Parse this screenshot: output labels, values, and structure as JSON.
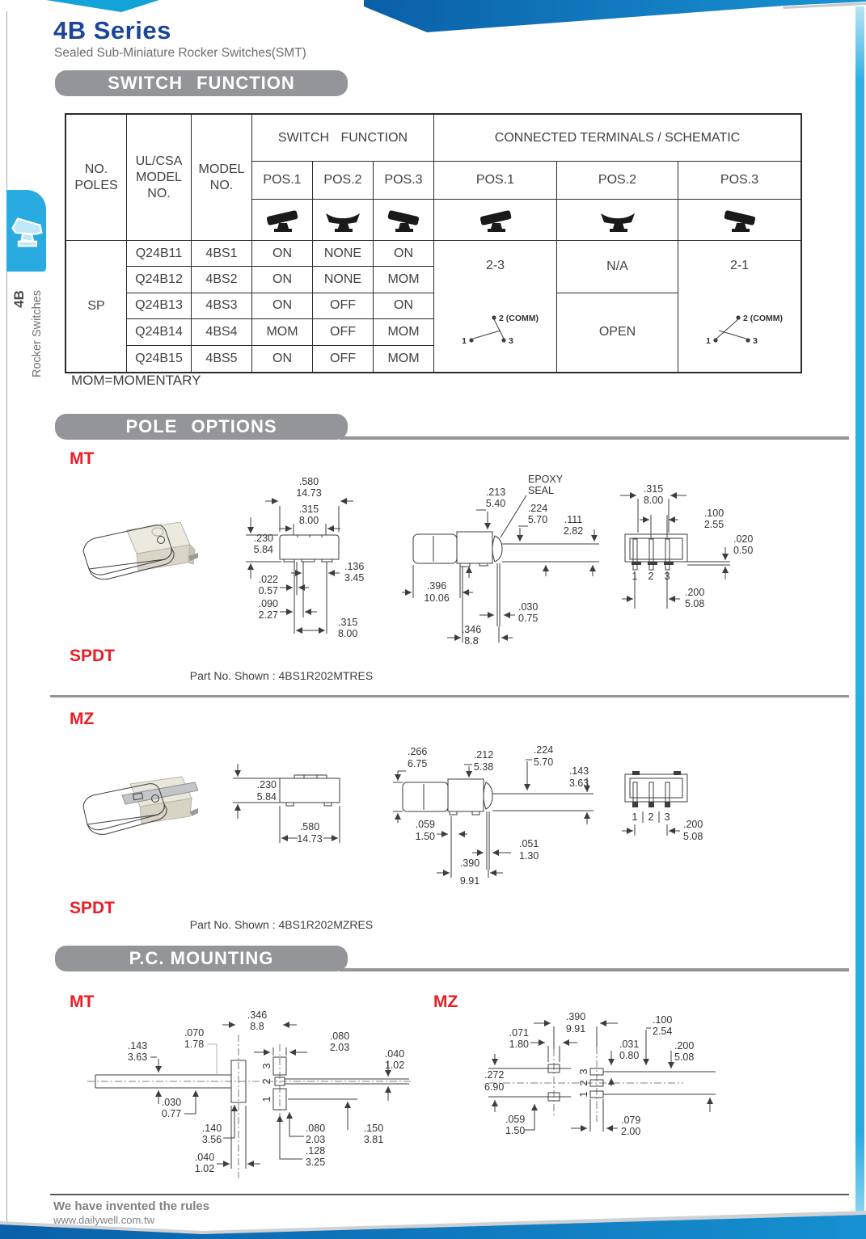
{
  "header": {
    "title": "4B Series",
    "subtitle": "Sealed Sub-Miniature Rocker Switches(SMT)"
  },
  "sidebar": {
    "series": "4B",
    "category": "Rocker Switches"
  },
  "banners": {
    "switch_function": "SWITCH FUNCTION",
    "pole_options": "POLE OPTIONS",
    "pc_mounting": "P.C. MOUNTING"
  },
  "switch_function": {
    "note": "MOM=MOMENTARY",
    "headers": {
      "no_poles": "NO.\nPOLES",
      "ul_csa": "UL/CSA\nMODEL\nNO.",
      "model": "MODEL\nNO.",
      "switch_function": "SWITCH FUNCTION",
      "connected": "CONNECTED TERMINALS / SCHEMATIC",
      "pos1": "POS.1",
      "pos2": "POS.2",
      "pos3": "POS.3"
    },
    "poles": "SP",
    "rows": [
      {
        "ul": "Q24B11",
        "model": "4BS1",
        "p1": "ON",
        "p2": "NONE",
        "p3": "ON"
      },
      {
        "ul": "Q24B12",
        "model": "4BS2",
        "p1": "ON",
        "p2": "NONE",
        "p3": "MOM"
      },
      {
        "ul": "Q24B13",
        "model": "4BS3",
        "p1": "ON",
        "p2": "OFF",
        "p3": "ON"
      },
      {
        "ul": "Q24B14",
        "model": "4BS4",
        "p1": "MOM",
        "p2": "OFF",
        "p3": "MOM"
      },
      {
        "ul": "Q24B15",
        "model": "4BS5",
        "p1": "ON",
        "p2": "OFF",
        "p3": "MOM"
      }
    ],
    "connected": {
      "pos1": "2-3",
      "pos2_top": "N/A",
      "pos2_bottom": "OPEN",
      "pos3": "2-1",
      "comm": "2 (COMM)",
      "t1": "1",
      "t3": "3"
    }
  },
  "pole_options": {
    "mt": {
      "label": "MT",
      "type": "SPDT",
      "part_no": "Part No. Shown : 4BS1R202MTRES"
    },
    "mz": {
      "label": "MZ",
      "type": "SPDT",
      "part_no": "Part No. Shown : 4BS1R202MZRES"
    },
    "epoxy": [
      "EPOXY",
      "SEAL"
    ]
  },
  "pc_mounting": {
    "mt_label": "MT",
    "mz_label": "MZ"
  },
  "pins": [
    "1",
    "2",
    "3"
  ],
  "dims": {
    "mt_front": [
      [
        ".580",
        "14.73"
      ],
      [
        ".315",
        "8.00"
      ],
      [
        ".230",
        "5.84"
      ],
      [
        ".136",
        "3.45"
      ],
      [
        ".022",
        "0.57"
      ],
      [
        ".090",
        "2.27"
      ],
      [
        ".315",
        "8.00"
      ]
    ],
    "mt_side": [
      [
        ".213",
        "5.40"
      ],
      [
        ".224",
        "5.70"
      ],
      [
        ".111",
        "2.82"
      ],
      [
        ".396",
        "10.06"
      ],
      [
        ".030",
        "0.75"
      ],
      [
        ".346",
        "8.8"
      ]
    ],
    "mt_end": [
      [
        ".315",
        "8.00"
      ],
      [
        ".100",
        "2.55"
      ],
      [
        ".020",
        "0.50"
      ],
      [
        ".200",
        "5.08"
      ]
    ],
    "mz_top": [
      [
        ".230",
        "5.84"
      ],
      [
        ".580",
        "14.73"
      ]
    ],
    "mz_side": [
      [
        ".266",
        "6.75"
      ],
      [
        ".212",
        "5.38"
      ],
      [
        ".224",
        "5.70"
      ],
      [
        ".143",
        "3.63"
      ],
      [
        ".059",
        "1.50"
      ],
      [
        ".051",
        "1.30"
      ],
      [
        ".390",
        "9.91"
      ]
    ],
    "mz_end": [
      [
        ".200",
        "5.08"
      ]
    ],
    "pc_mt": [
      [
        ".346",
        "8.8"
      ],
      [
        ".070",
        "1.78"
      ],
      [
        ".143",
        "3.63"
      ],
      [
        ".080",
        "2.03"
      ],
      [
        ".040",
        "1.02"
      ],
      [
        ".030",
        "0.77"
      ],
      [
        ".140",
        "3.56"
      ],
      [
        ".080",
        "2.03"
      ],
      [
        ".128",
        "3.25"
      ],
      [
        ".040",
        "1.02"
      ],
      [
        ".150",
        "3.81"
      ]
    ],
    "pc_mz": [
      [
        ".390",
        "9.91"
      ],
      [
        ".071",
        "1.80"
      ],
      [
        ".100",
        "2.54"
      ],
      [
        ".031",
        "0.80"
      ],
      [
        ".200",
        "5.08"
      ],
      [
        ".272",
        "6.90"
      ],
      [
        ".059",
        "1.50"
      ],
      [
        ".079",
        "2.00"
      ]
    ]
  },
  "footer": {
    "slogan": "We have invented the rules",
    "website": "www.dailywell.com.tw"
  },
  "colors": {
    "accent_blue": "#1b4596",
    "banner_gray": "#939598",
    "label_red": "#ed1c24",
    "tab_cyan": "#29abe2",
    "wave_blue": "#0d6fb6"
  }
}
